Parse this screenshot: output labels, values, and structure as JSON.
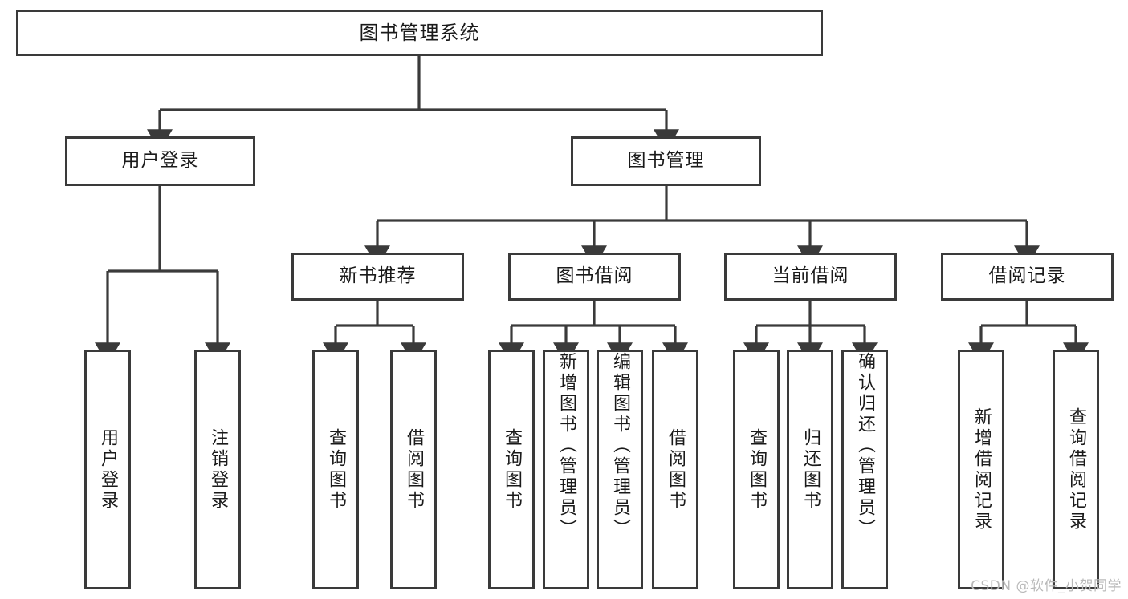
{
  "diagram": {
    "type": "tree",
    "title": "图书管理系统",
    "watermark": "CSDN @软件_小贺同学",
    "colors": {
      "stroke": "#3a3a3a",
      "fill": "#ffffff",
      "text": "#1a1a1a",
      "watermark": "#b9b9b9"
    },
    "levels": {
      "root": {
        "label": "图书管理系统"
      },
      "level2": [
        {
          "id": "user-login",
          "label": "用户登录"
        },
        {
          "id": "book-manage",
          "label": "图书管理"
        }
      ],
      "level3": [
        {
          "id": "new-book-rec",
          "label": "新书推荐"
        },
        {
          "id": "book-borrow",
          "label": "图书借阅"
        },
        {
          "id": "current-borrow",
          "label": "当前借阅"
        },
        {
          "id": "borrow-record",
          "label": "借阅记录"
        }
      ],
      "leaves": {
        "user-login": [
          {
            "id": "leaf-user-login",
            "label": "用户登录"
          },
          {
            "id": "leaf-logout",
            "label": "注销登录"
          }
        ],
        "new-book-rec": [
          {
            "id": "leaf-query-book-1",
            "label": "查询图书"
          },
          {
            "id": "leaf-borrow-book-1",
            "label": "借阅图书"
          }
        ],
        "book-borrow": [
          {
            "id": "leaf-query-book-2",
            "label": "查询图书"
          },
          {
            "id": "leaf-add-book",
            "label": "新增图书（管理员）"
          },
          {
            "id": "leaf-edit-book",
            "label": "编辑图书（管理员）"
          },
          {
            "id": "leaf-borrow-book-2",
            "label": "借阅图书"
          }
        ],
        "current-borrow": [
          {
            "id": "leaf-query-book-3",
            "label": "查询图书"
          },
          {
            "id": "leaf-return-book",
            "label": "归还图书"
          },
          {
            "id": "leaf-confirm-return",
            "label": "确认归还（管理员）"
          }
        ],
        "borrow-record": [
          {
            "id": "leaf-add-record",
            "label": "新增借阅记录"
          },
          {
            "id": "leaf-query-record",
            "label": "查询借阅记录"
          }
        ]
      }
    }
  }
}
